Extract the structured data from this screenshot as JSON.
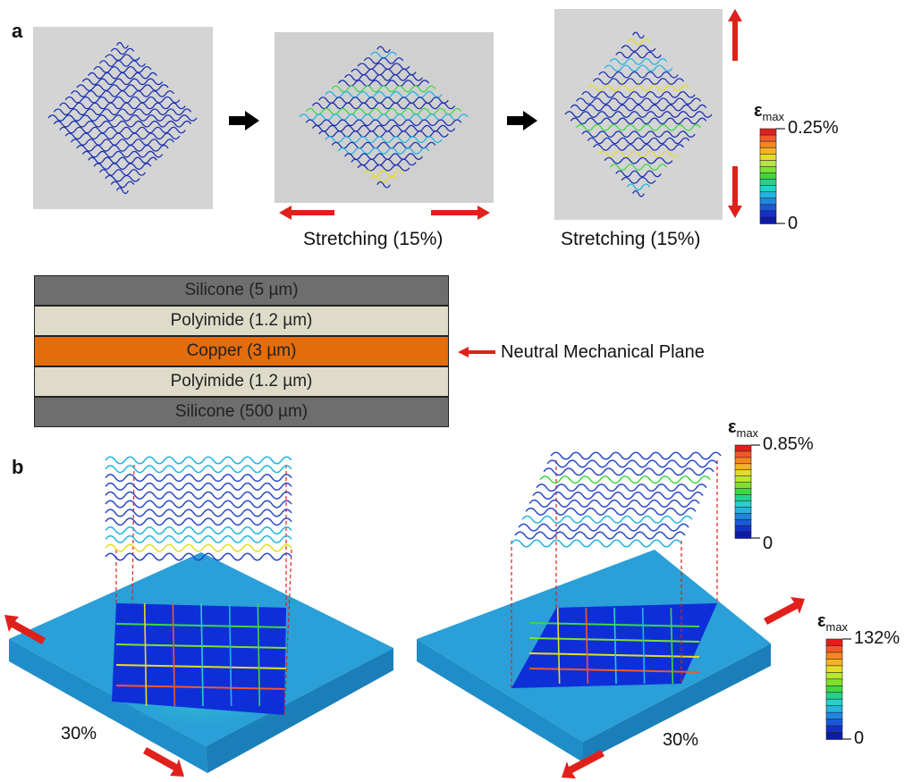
{
  "panel_a": {
    "label": "a",
    "captions": [
      "Stretching (15%)",
      "Stretching (15%)"
    ],
    "colorbar": {
      "title_main": "ε",
      "title_sub": "max",
      "max_label": "0.25%",
      "min_label": "0"
    }
  },
  "layers": [
    {
      "text": "Silicone (5 µm)",
      "color": "#6e6e6e"
    },
    {
      "text": "Polyimide (1.2 µm)",
      "color": "#dedbc9"
    },
    {
      "text": "Copper (3 µm)",
      "color": "#e46c0a"
    },
    {
      "text": "Polyimide (1.2 µm)",
      "color": "#dedbc9"
    },
    {
      "text": "Silicone (500 µm)",
      "color": "#6e6e6e"
    }
  ],
  "neutral_plane_label": "Neutral Mechanical Plane",
  "panel_b": {
    "label": "b",
    "strain_labels": [
      "30%",
      "30%"
    ],
    "colorbar_top": {
      "title_main": "ε",
      "title_sub": "max",
      "max_label": "0.85%",
      "min_label": "0"
    },
    "colorbar_bottom": {
      "title_main": "ε",
      "title_sub": "max",
      "max_label": "132%",
      "min_label": "0"
    }
  },
  "colors": {
    "arrow_red": "#e0201b",
    "wire_blue": "#1a2fb0",
    "substrate": "#2a9fd8",
    "background_gray": "#d4d4d4"
  }
}
